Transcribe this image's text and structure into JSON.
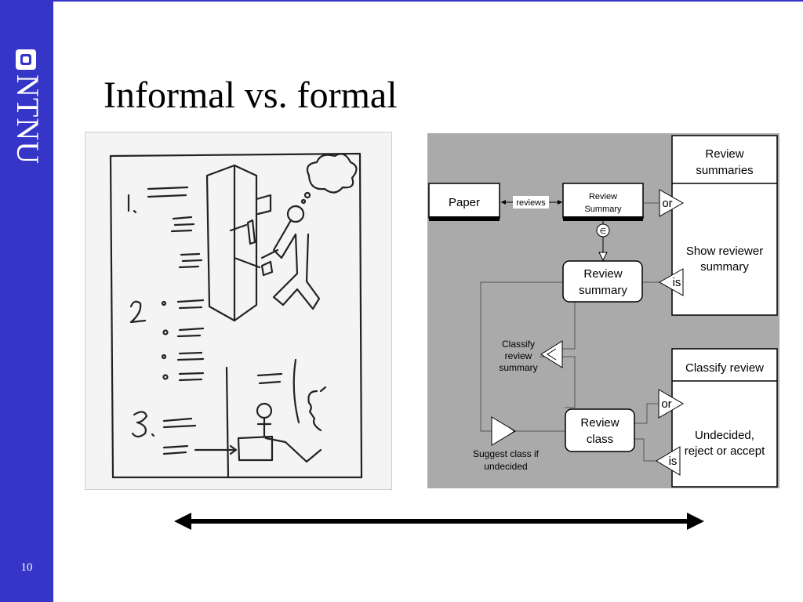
{
  "slide": {
    "title": "Informal vs. formal",
    "page_number": "10",
    "logo_text": "NTNU"
  },
  "colors": {
    "sidebar": "#3535c8",
    "diagram_bg": "#aaaaaa"
  },
  "diagram": {
    "paper": "Paper",
    "reviews": "reviews",
    "review_summary_top_1": "Review",
    "review_summary_top_2": "Summary",
    "element_of": "∈",
    "review_summary_1": "Review",
    "review_summary_2": "summary",
    "review_summaries_1": "Review",
    "review_summaries_2": "summaries",
    "show_reviewer_1": "Show reviewer",
    "show_reviewer_2": "summary",
    "or_1": "or",
    "is_1": "is",
    "classify_1": "Classify",
    "classify_2": "review",
    "classify_3": "summary",
    "classify_review": "Classify review",
    "review_class_1": "Review",
    "review_class_2": "class",
    "or_2": "or",
    "is_2": "is",
    "undecided_1": "Undecided,",
    "undecided_2": "reject or accept",
    "suggest_1": "Suggest class if",
    "suggest_2": "undecided"
  }
}
